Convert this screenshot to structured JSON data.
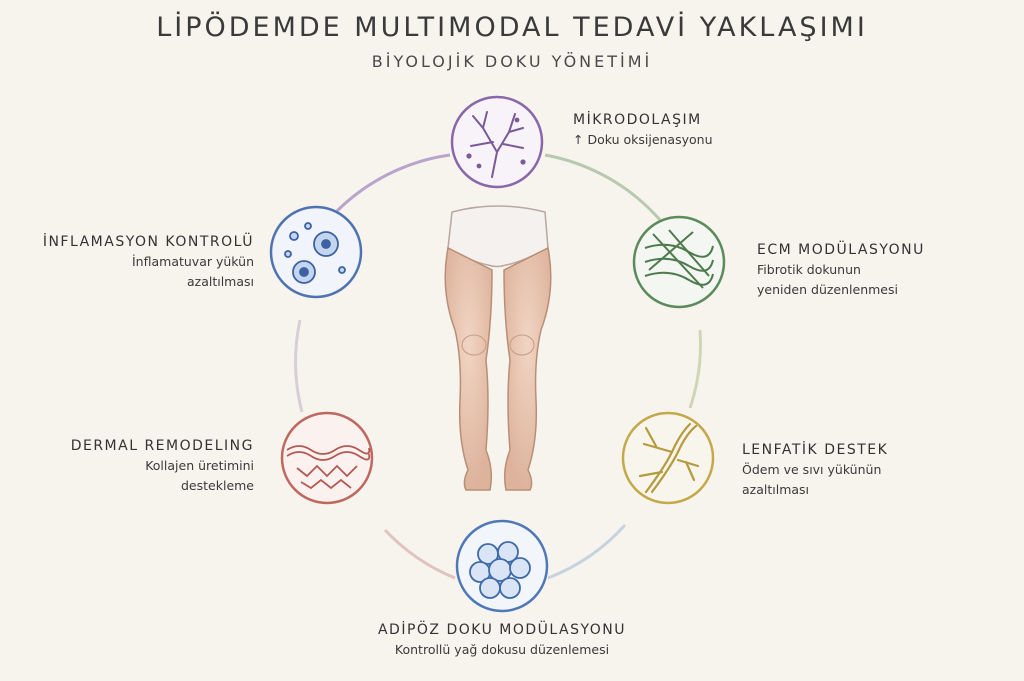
{
  "header": {
    "title": "LİPÖDEMDE MULTIMODAL TEDAVİ YAKLAŞIMI",
    "subtitle": "BİYOLOJİK DOKU YÖNETİMİ"
  },
  "nodes": [
    {
      "id": "mikro",
      "name": "MİKRODOLAŞIM",
      "desc": [
        "↑ Doku oksijenasyonu"
      ],
      "color": "#8a67a8",
      "icon": "capillary-network-icon"
    },
    {
      "id": "ecm",
      "name": "ECM MODÜLASYONU",
      "desc": [
        "Fibrotik dokunun",
        "yeniden düzenlenmesi"
      ],
      "color": "#5b8a5b",
      "icon": "fiber-mesh-icon"
    },
    {
      "id": "lenf",
      "name": "LENFATİK DESTEK",
      "desc": [
        "Ödem ve sıvı yükünün",
        "azaltılması"
      ],
      "color": "#c4a94a",
      "icon": "lymph-vessel-icon"
    },
    {
      "id": "adipoz",
      "name": "ADİPÖZ DOKU MODÜLASYONU",
      "desc": [
        "Kontrollü yağ dokusu düzenlemesi"
      ],
      "color": "#4f78b8",
      "icon": "fat-cells-icon"
    },
    {
      "id": "dermal",
      "name": "DERMAL REMODELING",
      "desc": [
        "Kollajen üretimini",
        "destekleme"
      ],
      "color": "#c06860",
      "icon": "collagen-layer-icon"
    },
    {
      "id": "inflam",
      "name": "İNFLAMASYON KONTROLÜ",
      "desc": [
        "İnflamatuvar yükün",
        "azaltılması"
      ],
      "color": "#4f72b0",
      "icon": "immune-cells-icon"
    }
  ]
}
